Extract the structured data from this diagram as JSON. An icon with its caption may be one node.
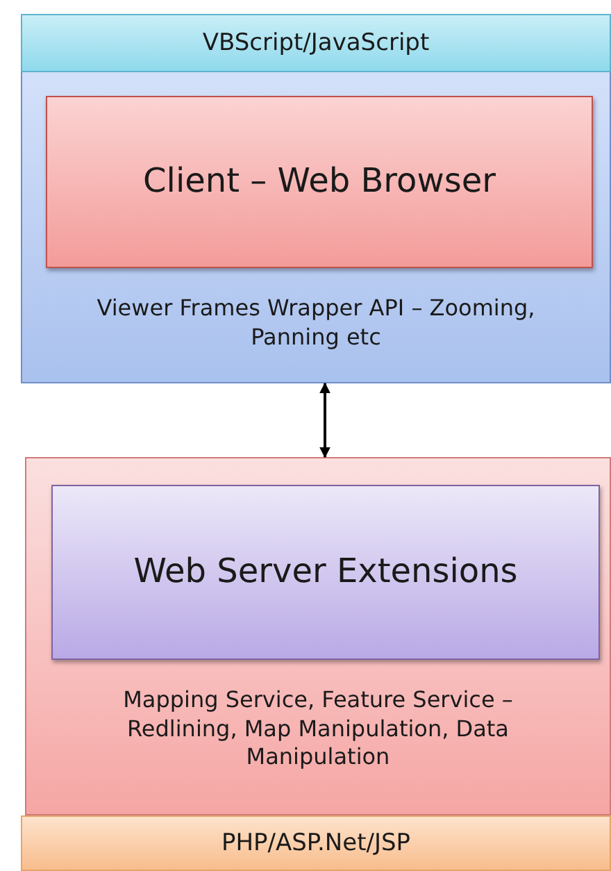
{
  "diagram": {
    "nodes": [
      {
        "text": [
          "Viewer Frames Wrapper API – Zooming, Panning etc"
        ]
      },
      {
        "text": [
          "VBScript/JavaScript"
        ],
        "in": 0
      },
      {
        "text": [
          "Client – Web Browser"
        ],
        "in": 0
      },
      {
        "text": [
          "Mapping Service, Feature Service – Redlining, Map Manipulation, Data Manipulation"
        ]
      },
      {
        "text": [
          "Web Server Extensions"
        ],
        "in": 3
      },
      {
        "text": [
          "PHP/ASP.Net/JSP"
        ]
      }
    ],
    "edges": [
      {
        "from": 0,
        "to": 3,
        "arrow": "both"
      }
    ]
  }
}
